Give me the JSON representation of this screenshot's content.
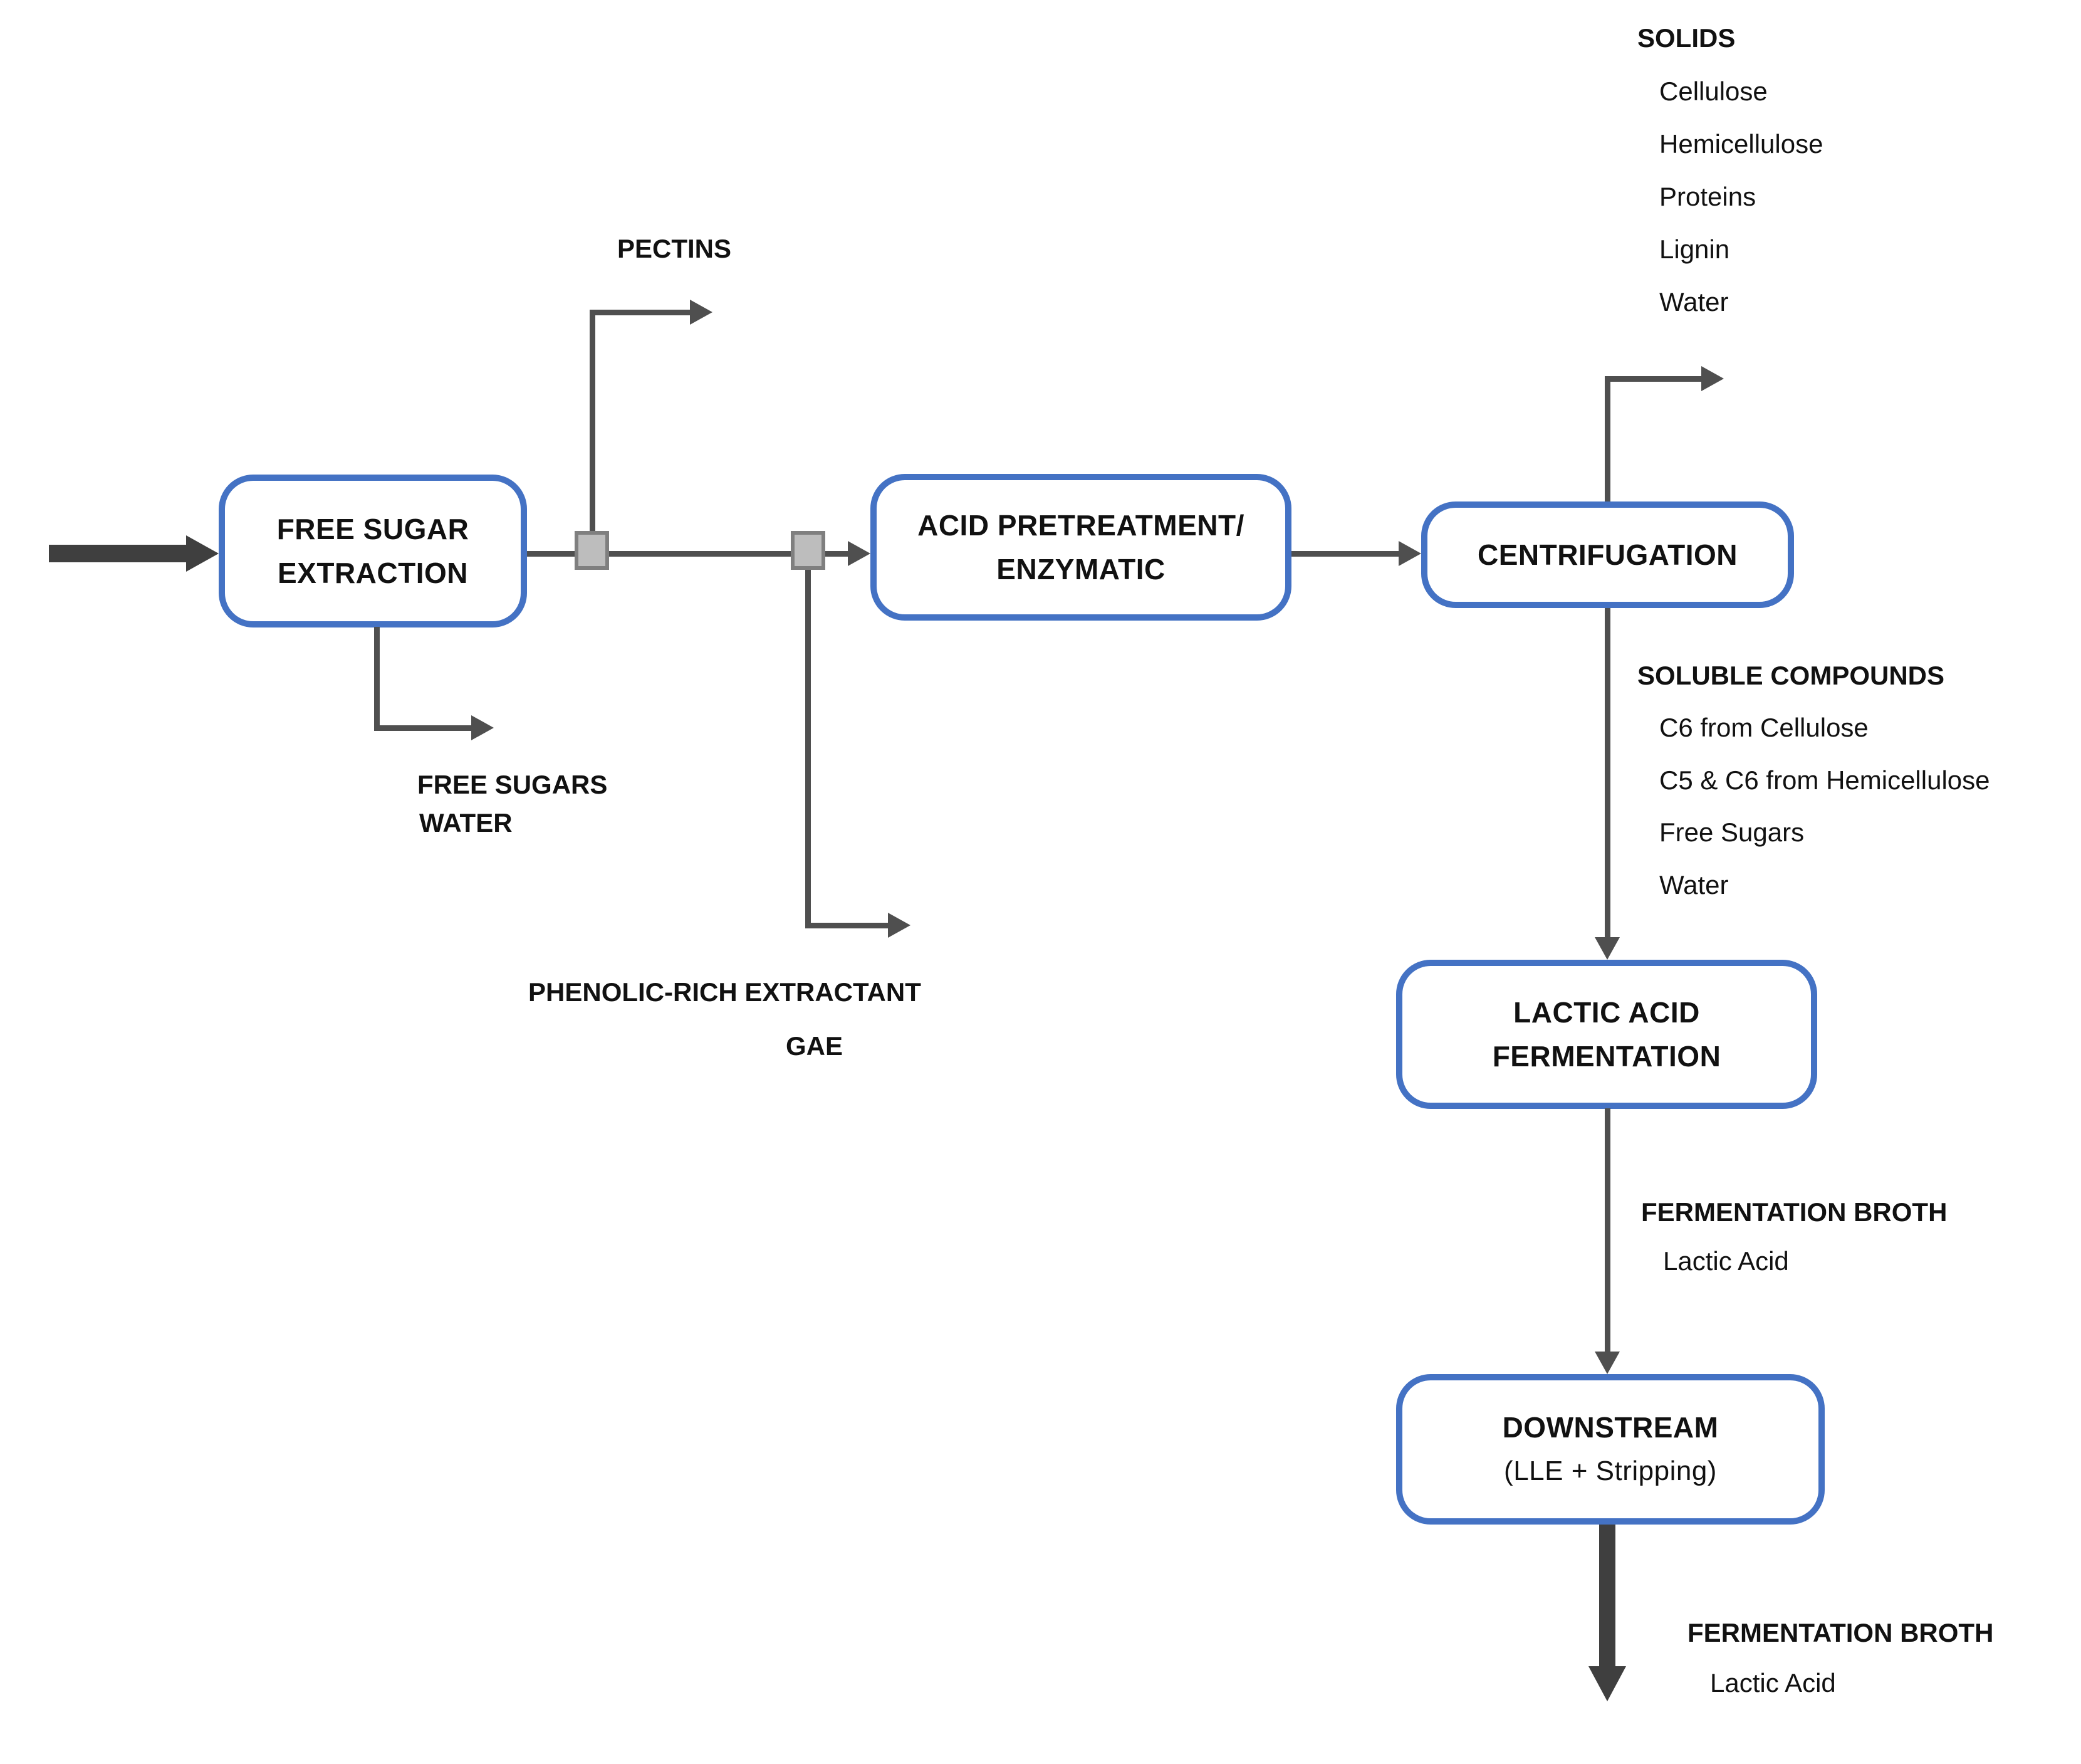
{
  "colors": {
    "box_border": "#4472C4",
    "line": "#4F4F4F",
    "thick_arrow": "#3F3F3F",
    "connector_fill": "#BDBDBD",
    "connector_border": "#7F7F7F"
  },
  "nodes": {
    "free_sugar_extraction": {
      "line1": "FREE SUGAR",
      "line2": "EXTRACTION"
    },
    "acid_pretreatment": {
      "line1": "ACID PRETREATMENT/",
      "line2": "ENZYMATIC"
    },
    "centrifugation": {
      "label": "CENTRIFUGATION"
    },
    "lactic_acid_fermentation": {
      "line1": "LACTIC ACID",
      "line2": "FERMENTATION"
    },
    "downstream": {
      "line1": "DOWNSTREAM",
      "line2": "(LLE + Stripping)"
    }
  },
  "streams": {
    "pectins": {
      "label": "PECTINS"
    },
    "free_sugars_out": {
      "line1": "FREE SUGARS",
      "line2": "WATER"
    },
    "phenolic": {
      "line1": "PHENOLIC-RICH EXTRACTANT",
      "line2": "GAE"
    },
    "solids": {
      "title": "SOLIDS",
      "items": [
        "Cellulose",
        "Hemicellulose",
        "Proteins",
        "Lignin",
        "Water"
      ]
    },
    "soluble_compounds": {
      "title": "SOLUBLE COMPOUNDS",
      "items": [
        "C6 from Cellulose",
        "C5 & C6 from Hemicellulose",
        "Free Sugars",
        "Water"
      ]
    },
    "fermentation_broth_mid": {
      "title": "FERMENTATION BROTH",
      "item": "Lactic Acid"
    },
    "fermentation_broth_out": {
      "title": "FERMENTATION BROTH",
      "item": "Lactic Acid"
    }
  }
}
